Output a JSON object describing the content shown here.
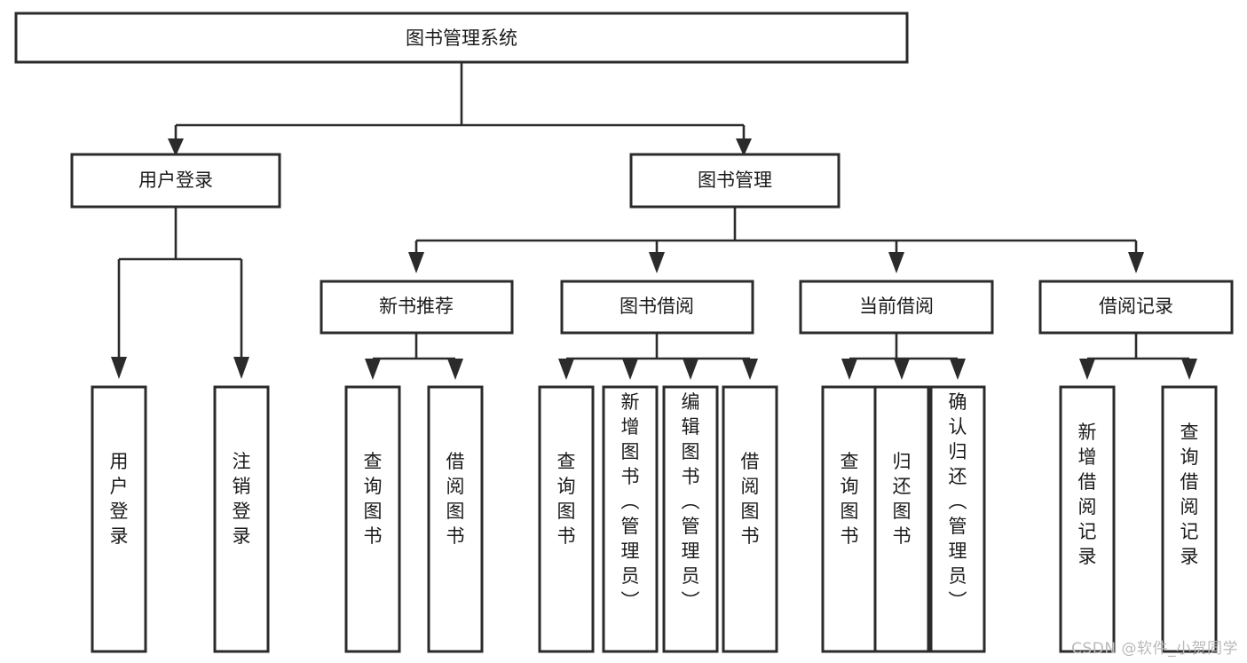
{
  "diagram": {
    "title": "图书管理系统",
    "type": "tree-hierarchy",
    "watermark": "CSDN @软件_小贺同学",
    "levels": [
      {
        "level": 1,
        "nodes": [
          {
            "id": "root",
            "label": "图书管理系统",
            "orientation": "horizontal"
          }
        ]
      },
      {
        "level": 2,
        "nodes": [
          {
            "id": "user-login",
            "label": "用户登录",
            "orientation": "horizontal",
            "parent": "root"
          },
          {
            "id": "book-manage",
            "label": "图书管理",
            "orientation": "horizontal",
            "parent": "root"
          }
        ]
      },
      {
        "level": 3,
        "nodes": [
          {
            "id": "new-book-rec",
            "label": "新书推荐",
            "orientation": "horizontal",
            "parent": "book-manage"
          },
          {
            "id": "book-borrow",
            "label": "图书借阅",
            "orientation": "horizontal",
            "parent": "book-manage"
          },
          {
            "id": "current-borrow",
            "label": "当前借阅",
            "orientation": "horizontal",
            "parent": "book-manage"
          },
          {
            "id": "borrow-record",
            "label": "借阅记录",
            "orientation": "horizontal",
            "parent": "book-manage"
          }
        ]
      },
      {
        "level": 4,
        "nodes": [
          {
            "id": "leaf-user-login",
            "label": "用户登录",
            "orientation": "vertical",
            "parent": "user-login"
          },
          {
            "id": "leaf-user-logout",
            "label": "注销登录",
            "orientation": "vertical",
            "parent": "user-login"
          },
          {
            "id": "leaf-query-book-1",
            "label": "查询图书",
            "orientation": "vertical",
            "parent": "new-book-rec"
          },
          {
            "id": "leaf-borrow-book-1",
            "label": "借阅图书",
            "orientation": "vertical",
            "parent": "new-book-rec"
          },
          {
            "id": "leaf-query-book-2",
            "label": "查询图书",
            "orientation": "vertical",
            "parent": "book-borrow"
          },
          {
            "id": "leaf-add-book",
            "label": "新增图书（管理员）",
            "orientation": "vertical",
            "parent": "book-borrow"
          },
          {
            "id": "leaf-edit-book",
            "label": "编辑图书（管理员）",
            "orientation": "vertical",
            "parent": "book-borrow"
          },
          {
            "id": "leaf-borrow-book-2",
            "label": "借阅图书",
            "orientation": "vertical",
            "parent": "book-borrow"
          },
          {
            "id": "leaf-query-book-3",
            "label": "查询图书",
            "orientation": "vertical",
            "parent": "current-borrow"
          },
          {
            "id": "leaf-return-book",
            "label": "归还图书",
            "orientation": "vertical",
            "parent": "current-borrow"
          },
          {
            "id": "leaf-confirm-return",
            "label": "确认归还（管理员）",
            "orientation": "vertical",
            "parent": "current-borrow"
          },
          {
            "id": "leaf-add-record",
            "label": "新增借阅记录",
            "orientation": "vertical",
            "parent": "borrow-record"
          },
          {
            "id": "leaf-query-record",
            "label": "查询借阅记录",
            "orientation": "vertical",
            "parent": "borrow-record"
          }
        ]
      }
    ],
    "colors": {
      "box_fill": "#ffffff",
      "box_stroke": "#2b2b2b",
      "text": "#1a1a1a",
      "connector": "#2b2b2b",
      "watermark": "#b9b9b9",
      "background": "#ffffff"
    }
  }
}
